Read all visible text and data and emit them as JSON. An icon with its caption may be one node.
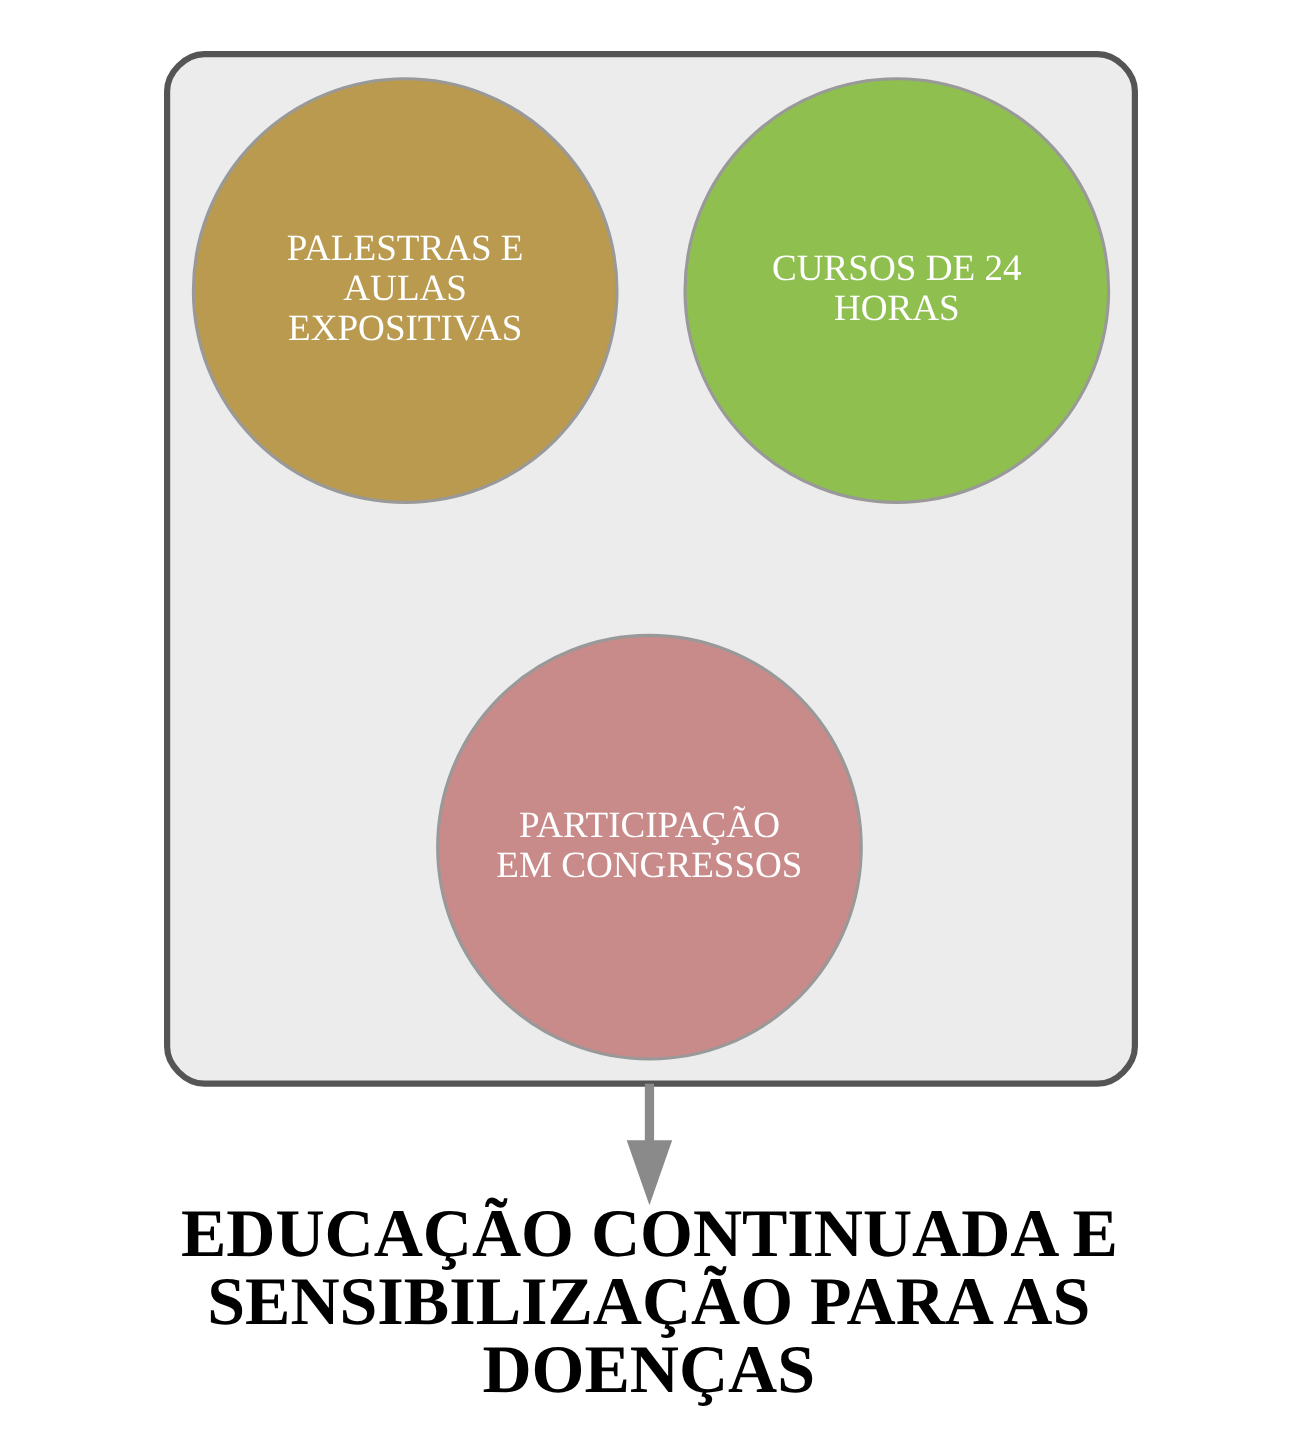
{
  "diagram": {
    "nodes": [
      {
        "text": [],
        "shape": "funnel"
      },
      {
        "text": [
          "PALESTRAS E AULAS EXPOSITIVAS"
        ],
        "in": 0
      },
      {
        "text": [
          "CURSOS DE 24 HORAS"
        ],
        "in": 0
      },
      {
        "text": [
          "PARTICIPAÇÃO EM CONGRESSOS"
        ],
        "in": 0
      },
      {
        "text": [
          "EDUCAÇÃO CONTINUADA E SENSIBILIZAÇÃO PARA AS DOENÇAS"
        ]
      }
    ],
    "edges": [
      {
        "from": 0,
        "to": 4,
        "arrow": "to"
      }
    ]
  }
}
